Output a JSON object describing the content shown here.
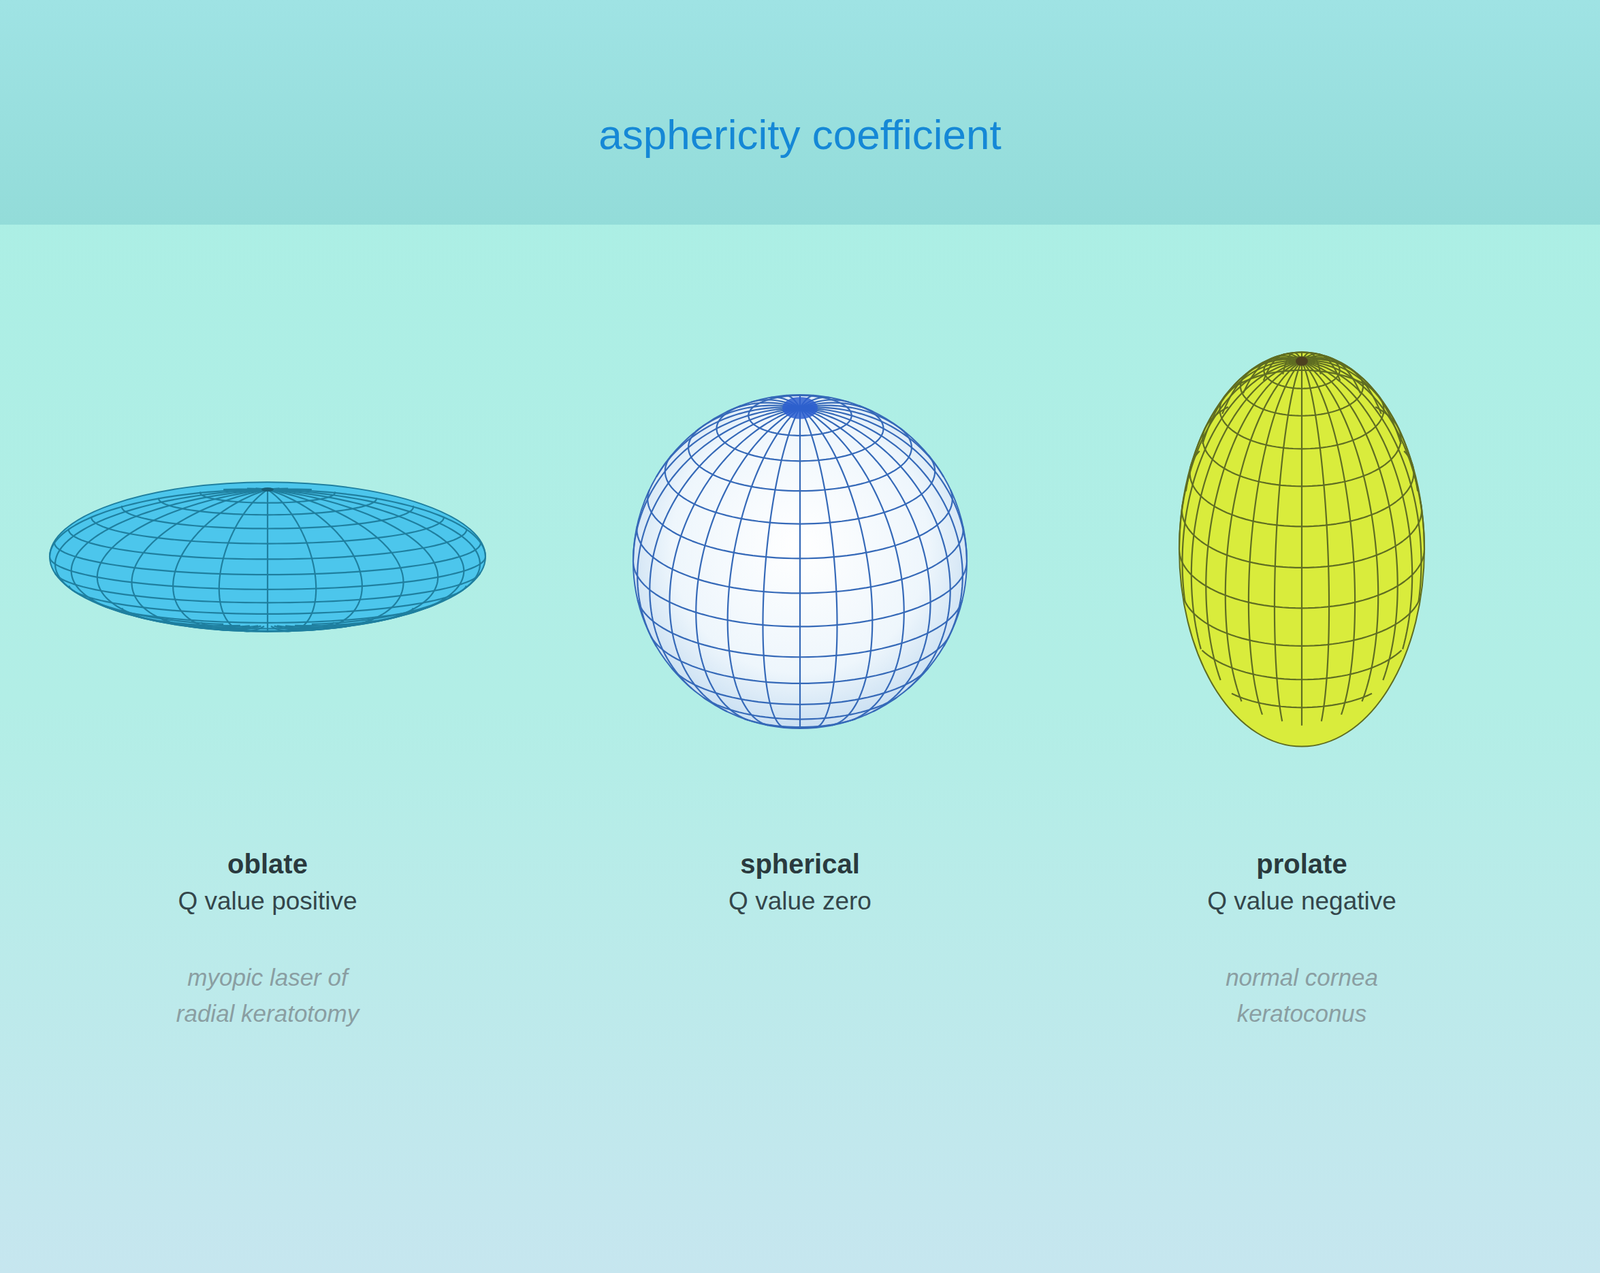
{
  "diagram": {
    "title": "asphericity coefficient",
    "nodes": [
      {
        "text": [
          "oblate",
          "Q value positive",
          "myopic laser of radial keratotomy"
        ]
      },
      {
        "text": [
          "spherical",
          "Q value zero"
        ]
      },
      {
        "text": [
          "prolate",
          "Q value negative",
          "normal cornea keratoconus"
        ]
      }
    ]
  }
}
